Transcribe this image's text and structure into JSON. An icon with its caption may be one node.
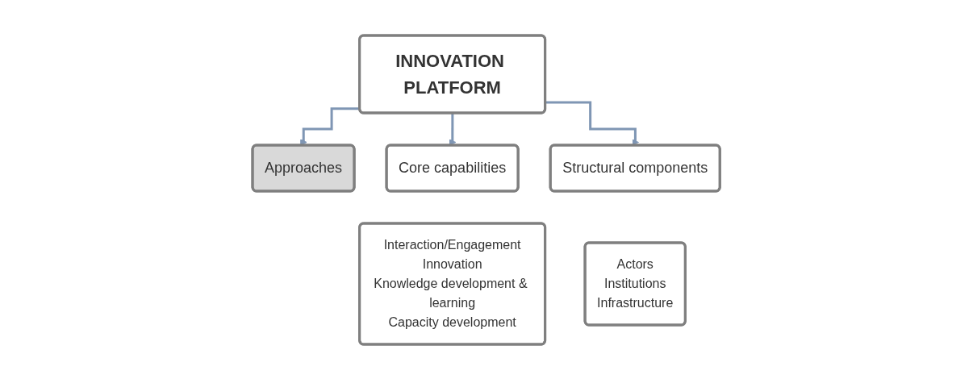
{
  "diagram": {
    "nodes": [
      {
        "text": [
          "INNOVATION PLATFORM"
        ]
      },
      {
        "text": [
          "Approaches"
        ]
      },
      {
        "text": [
          "Core capabilities"
        ]
      },
      {
        "text": [
          "Structural components"
        ]
      },
      {
        "text": [
          "Interaction/Engagement",
          "Innovation",
          "Knowledge development & learning",
          "Capacity development"
        ]
      },
      {
        "text": [
          "Actors",
          "Institutions",
          "Infrastructure"
        ]
      }
    ],
    "edges": [
      {
        "from": 0,
        "to": 1,
        "arrow": "to"
      },
      {
        "from": 0,
        "to": 2,
        "arrow": "to"
      },
      {
        "from": 0,
        "to": 3,
        "arrow": "to"
      }
    ]
  }
}
